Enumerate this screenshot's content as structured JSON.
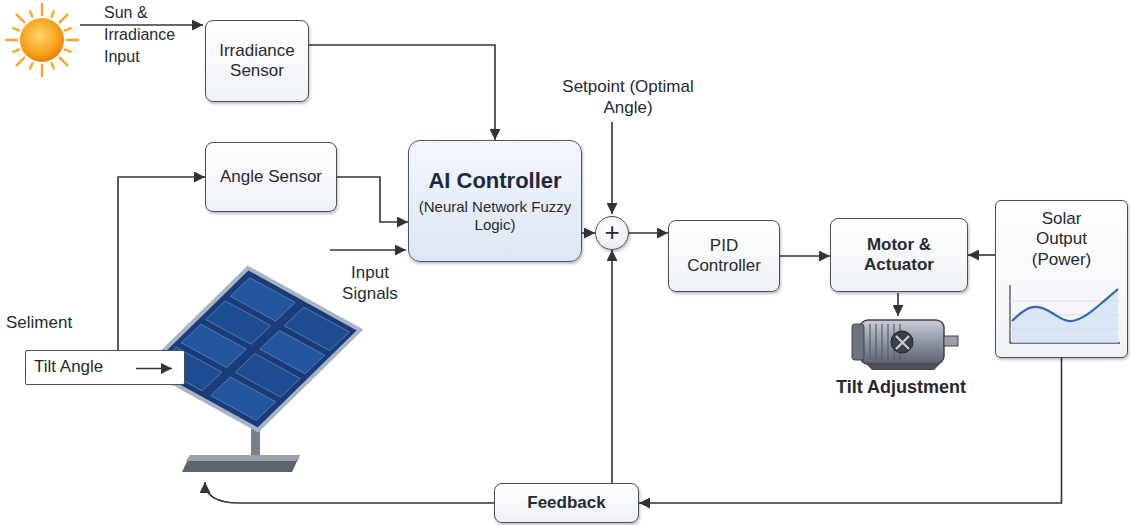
{
  "diagram": {
    "nodes": [
      {
        "text": [
          "Irradiance Sensor"
        ]
      },
      {
        "text": [
          "Angle Sensor"
        ]
      },
      {
        "text": [
          "AI Controller",
          "(Neural Network Fuzzy Logic)"
        ]
      },
      {
        "text": [
          "+"
        ]
      },
      {
        "text": [
          "PID Controller"
        ]
      },
      {
        "text": [
          "Motor & Actuator"
        ]
      },
      {
        "text": [
          "Solar Output (Power)"
        ]
      },
      {
        "text": [
          "Tilt Angle"
        ]
      },
      {
        "text": [
          "Feedback"
        ]
      }
    ],
    "edges": [
      {
        "from": 0,
        "to": 2,
        "arrow": "to"
      },
      {
        "from": 1,
        "to": 2,
        "arrow": "to"
      },
      {
        "from": 2,
        "to": 3,
        "arrow": "to"
      },
      {
        "from": 3,
        "to": 4,
        "arrow": "to"
      },
      {
        "from": 4,
        "to": 5,
        "arrow": "to"
      },
      {
        "from": 6,
        "to": 5,
        "arrow": "to"
      },
      {
        "from": 6,
        "to": 8,
        "arrow": "to"
      },
      {
        "from": 8,
        "to": 3,
        "arrow": "to"
      },
      {
        "from": 7,
        "to": 1,
        "arrow": "to"
      }
    ],
    "labels": [
      "Sun & Irradiance Input",
      "Setpoint (Optimal Angle)",
      "Input Signals",
      "Seliment",
      "Tilt Adjustment"
    ]
  }
}
